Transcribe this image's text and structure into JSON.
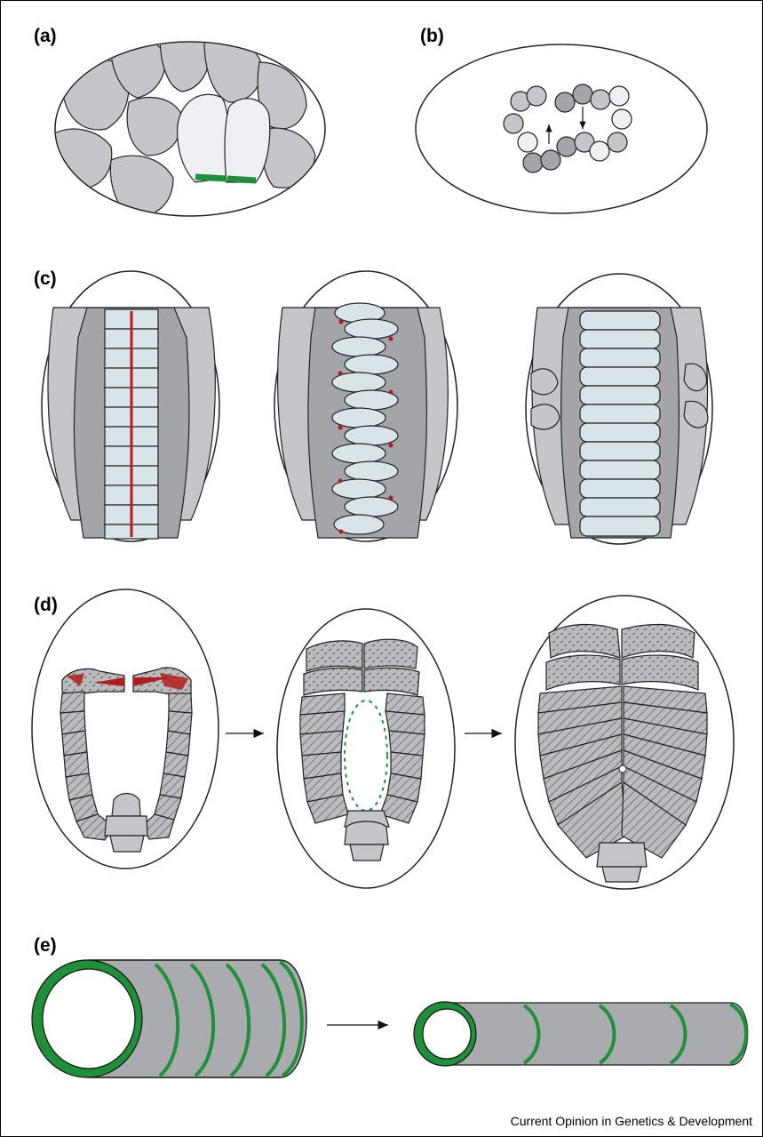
{
  "panels": {
    "a": "(a)",
    "b": "(b)",
    "c": "(c)",
    "d": "(d)",
    "e": "(e)"
  },
  "credit": "Current Opinion in Genetics & Development",
  "colors": {
    "cell_gray": "#c4c6c9",
    "cell_dark": "#a3a5a8",
    "cell_light": "#eef0f3",
    "notochord": "#d8e4e8",
    "green": "#1f8f3a",
    "red": "#b31c1c"
  },
  "icons": [
    "arrow-right-icon",
    "arrow-up-icon",
    "arrow-down-icon"
  ]
}
